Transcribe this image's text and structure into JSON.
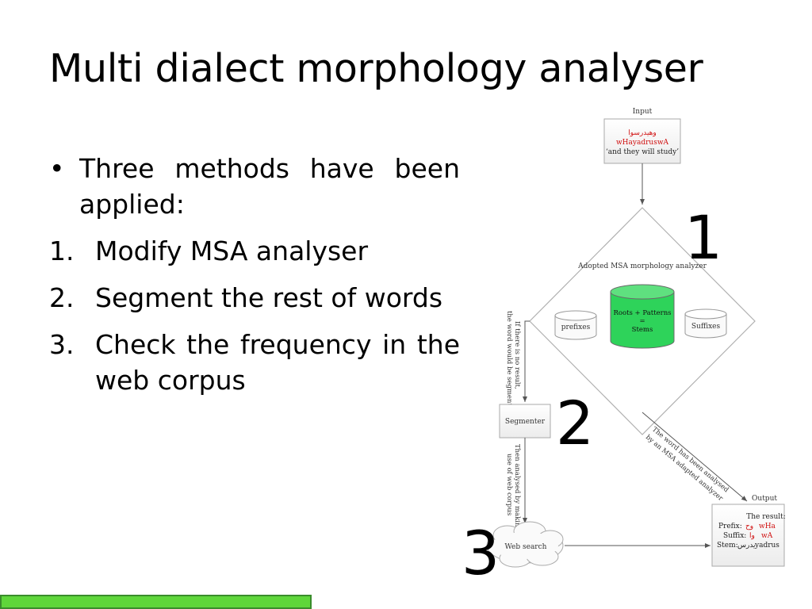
{
  "slide": {
    "title": "Multi dialect morphology analyser"
  },
  "bullets": {
    "intro": "Three methods have been applied:",
    "items": [
      {
        "marker": "1.",
        "text": "Modify MSA analyser"
      },
      {
        "marker": "2.",
        "text": "Segment the rest of words"
      },
      {
        "marker": "3.",
        "text": "Check the frequency in the web corpus"
      }
    ]
  },
  "diagram": {
    "input_label": "Input",
    "input_arabic": "وهيدرسوا",
    "input_translit": "wHayadruswA",
    "input_gloss": "‘and they will study’",
    "analyzer_label": "Adopted MSA morphology analyzer",
    "db_prefixes": "prefixes",
    "db_center_line1": "Roots + Patterns",
    "db_center_line2": "=",
    "db_center_line3": "Stems",
    "db_suffixes": "Suffixes",
    "edge_no_result_line1": "If there is no result,",
    "edge_no_result_line2": "the word would be segmented",
    "segmenter_label": "Segmenter",
    "edge_web_line1": "Then analysed by making",
    "edge_web_line2": "use of web corpus",
    "web_search_label": "Web search",
    "edge_analysed_line1": "The word has been analysed",
    "edge_analysed_line2": "by an MSA adapted analyzer",
    "output_label": "Output",
    "result_title": "The result:",
    "result_prefix_label": "Prefix:",
    "result_prefix_arabic": "وح",
    "result_prefix_value": "wHa",
    "result_suffix_label": "Suffix:",
    "result_suffix_arabic": "وا",
    "result_suffix_value": "wA",
    "result_stem_label": "Stem:",
    "result_stem_arabic": "يدرس",
    "result_stem_value": "yadrus",
    "num1": "1",
    "num2": "2",
    "num3": "3"
  },
  "colors": {
    "red_text": "#d01010",
    "green_db": "#2ed35a",
    "footer_bar": "#5fd63a"
  }
}
